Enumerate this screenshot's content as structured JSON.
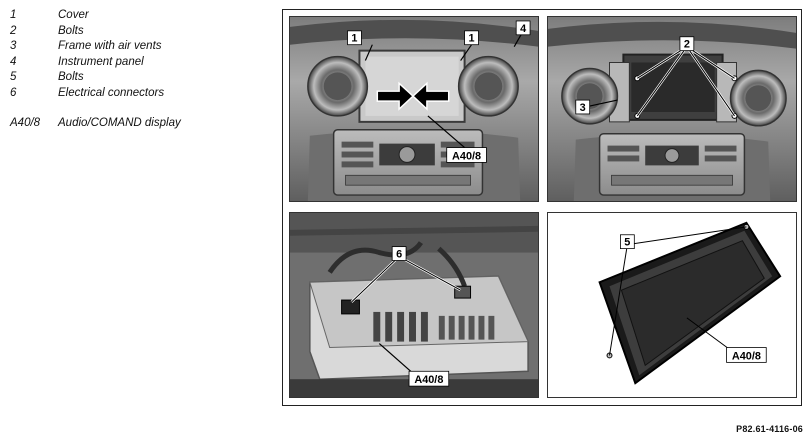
{
  "legend": {
    "items": [
      {
        "key": "1",
        "desc": "Cover"
      },
      {
        "key": "2",
        "desc": "Bolts"
      },
      {
        "key": "3",
        "desc": "Frame with air vents"
      },
      {
        "key": "4",
        "desc": "Instrument panel"
      },
      {
        "key": "5",
        "desc": "Bolts"
      },
      {
        "key": "6",
        "desc": "Electrical connectors"
      }
    ],
    "extra": {
      "key": "A40/8",
      "desc": "Audio/COMAND display"
    }
  },
  "photos": {
    "top_left": {
      "labels": {
        "a": "1",
        "b": "1",
        "c": "4",
        "d": "A40/8"
      }
    },
    "top_right": {
      "labels": {
        "a": "2",
        "b": "3"
      }
    },
    "bottom_left": {
      "labels": {
        "a": "6",
        "b": "A40/8"
      }
    },
    "bottom_right": {
      "labels": {
        "a": "5",
        "b": "A40/8"
      }
    }
  },
  "figure_ref": "P82.61-4116-06"
}
